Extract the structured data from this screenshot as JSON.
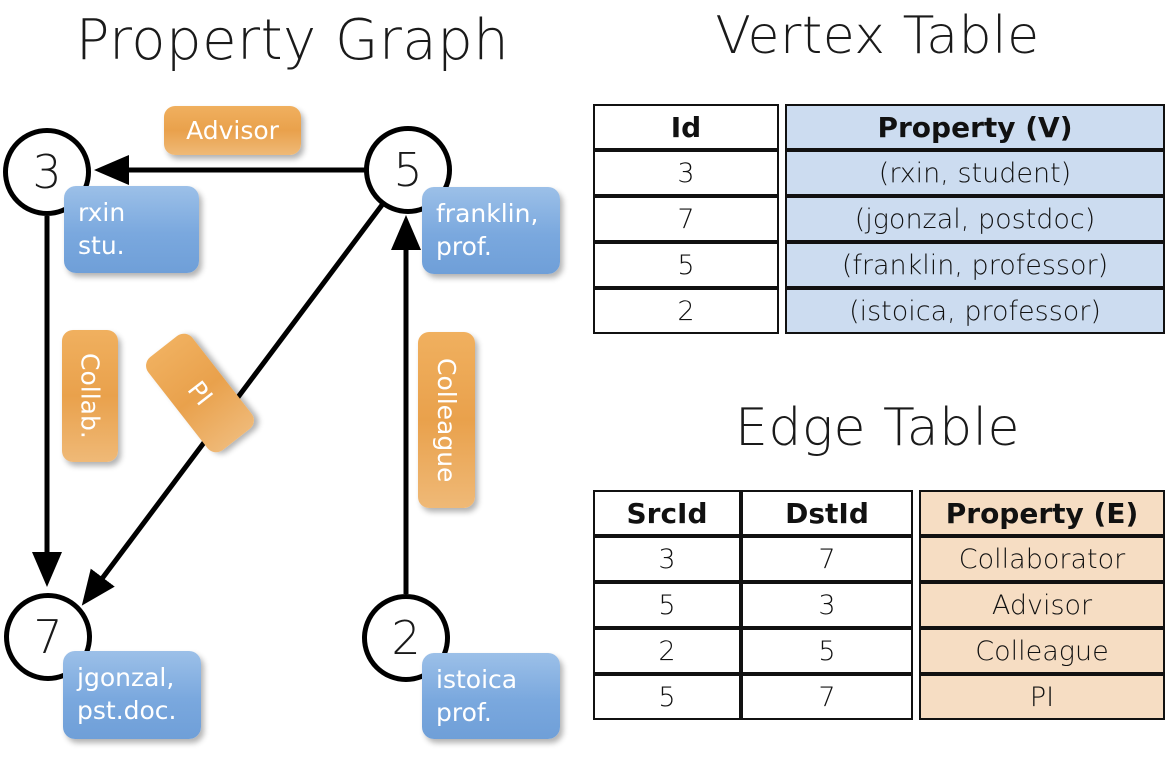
{
  "titles": {
    "property_graph": "Property Graph",
    "vertex_table": "Vertex Table",
    "edge_table": "Edge Table"
  },
  "graph": {
    "nodes": [
      {
        "id": "3",
        "property_lines": [
          "rxin",
          "stu."
        ]
      },
      {
        "id": "5",
        "property_lines": [
          "franklin,",
          "prof."
        ]
      },
      {
        "id": "7",
        "property_lines": [
          "jgonzal,",
          "pst.doc."
        ]
      },
      {
        "id": "2",
        "property_lines": [
          "istoica",
          "prof."
        ]
      }
    ],
    "edge_labels": [
      {
        "label": "Advisor",
        "orientation": "horizontal"
      },
      {
        "label": "Collab.",
        "orientation": "vertical"
      },
      {
        "label": "PI",
        "orientation": "rotated"
      },
      {
        "label": "Colleague",
        "orientation": "vertical"
      }
    ],
    "edges": [
      {
        "src": "5",
        "dst": "3",
        "label": "Advisor"
      },
      {
        "src": "3",
        "dst": "7",
        "label": "Collab."
      },
      {
        "src": "5",
        "dst": "7",
        "label": "PI"
      },
      {
        "src": "2",
        "dst": "5",
        "label": "Colleague"
      }
    ]
  },
  "vertex_table": {
    "headers": [
      "Id",
      "Property (V)"
    ],
    "rows": [
      {
        "id": "3",
        "property": "(rxin, student)"
      },
      {
        "id": "7",
        "property": "(jgonzal, postdoc)"
      },
      {
        "id": "5",
        "property": "(franklin, professor)"
      },
      {
        "id": "2",
        "property": "(istoica, professor)"
      }
    ]
  },
  "edge_table": {
    "headers": [
      "SrcId",
      "DstId",
      "Property (E)"
    ],
    "rows": [
      {
        "src": "3",
        "dst": "7",
        "property": "Collaborator"
      },
      {
        "src": "5",
        "dst": "3",
        "property": "Advisor"
      },
      {
        "src": "2",
        "dst": "5",
        "property": "Colleague"
      },
      {
        "src": "5",
        "dst": "7",
        "property": "PI"
      }
    ]
  },
  "colors": {
    "vertex_property_fill": "#ccdcf0",
    "edge_property_fill": "#f6ddc3",
    "vertex_box": "#7aa8de",
    "edge_label_box": "#e9a14c",
    "stroke": "#111111"
  }
}
